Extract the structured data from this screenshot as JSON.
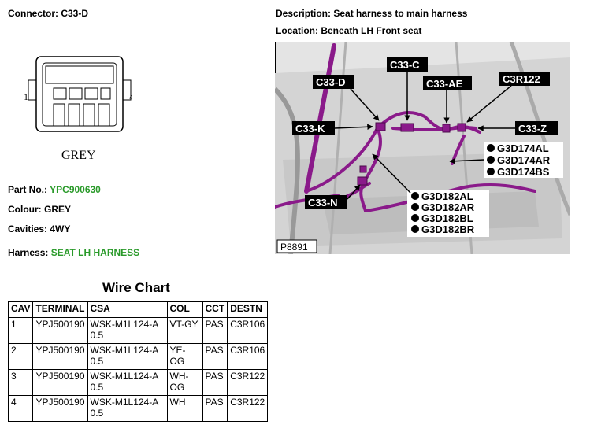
{
  "connector": {
    "label": "Connector:",
    "value": "C33-D",
    "pin_left": "1",
    "pin_right": "4",
    "color_text": "GREY"
  },
  "info": {
    "part_label": "Part No.:",
    "part_value": "YPC900630",
    "colour_label": "Colour:",
    "colour_value": "GREY",
    "cavities_label": "Cavities:",
    "cavities_value": "4WY",
    "harness_label": "Harness:",
    "harness_value": "SEAT LH HARNESS",
    "value_color": "#2a9a2a"
  },
  "description": {
    "label": "Description:",
    "value": "Seat harness to main harness"
  },
  "location": {
    "label": "Location:",
    "value": "Beneath LH Front seat"
  },
  "photo": {
    "ref": "P8891",
    "callouts": {
      "c33d": "C33-D",
      "c33c": "C33-C",
      "c33ae": "C33-AE",
      "c3r122": "C3R122",
      "c33k": "C33-K",
      "c33z": "C33-Z",
      "c33n": "C33-N"
    },
    "grounds_right": [
      "G3D174AL",
      "G3D174AR",
      "G3D174BS"
    ],
    "grounds_center": [
      "G3D182AL",
      "G3D182AR",
      "G3D182BL",
      "G3D182BR"
    ],
    "harness_color": "#8a1a8a"
  },
  "wire_chart": {
    "title": "Wire Chart",
    "headers": [
      "CAV",
      "TERMINAL",
      "CSA",
      "COL",
      "CCT",
      "DESTN"
    ],
    "rows": [
      {
        "cav": "1",
        "terminal": "YPJ500190",
        "csa1": "WSK-M1L124-A",
        "csa2": "0.5",
        "col1": "VT-GY",
        "col2": "",
        "cct": "PAS",
        "destn": "C3R106"
      },
      {
        "cav": "2",
        "terminal": "YPJ500190",
        "csa1": "WSK-M1L124-A",
        "csa2": "0.5",
        "col1": "YE-OG",
        "col2": "",
        "cct": "PAS",
        "destn": "C3R106"
      },
      {
        "cav": "3",
        "terminal": "YPJ500190",
        "csa1": "WSK-M1L124-A",
        "csa2": "0.5",
        "col1": "WH-",
        "col2": "OG",
        "cct": "PAS",
        "destn": "C3R122"
      },
      {
        "cav": "4",
        "terminal": "YPJ500190",
        "csa1": "WSK-M1L124-A",
        "csa2": "0.5",
        "col1": "WH",
        "col2": "",
        "cct": "PAS",
        "destn": "C3R122"
      }
    ]
  }
}
